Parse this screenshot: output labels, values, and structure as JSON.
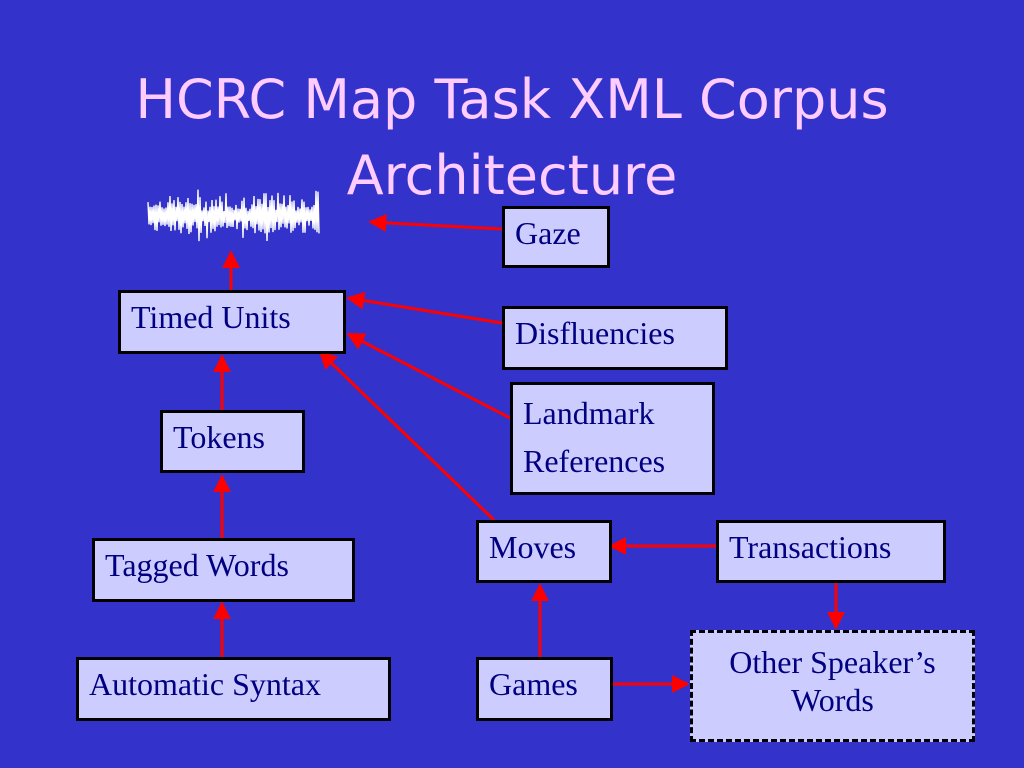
{
  "title": "HCRC Map Task XML Corpus Architecture",
  "colors": {
    "background": "#3333cc",
    "title": "#ffccff",
    "box_fill": "#ccccff",
    "box_text": "#000080",
    "arrow": "#ff0000"
  },
  "nodes": {
    "waveform": "audio-waveform-icon",
    "gaze": "Gaze",
    "timed_units": "Timed Units",
    "disfluencies": "Disfluencies",
    "landmark_references_line1": "Landmark",
    "landmark_references_line2": "References",
    "tokens": "Tokens",
    "moves": "Moves",
    "transactions": "Transactions",
    "tagged_words": "Tagged Words",
    "other_speakers_words": "Other Speaker’s Words",
    "automatic_syntax": "Automatic Syntax",
    "games": "Games"
  },
  "edges": [
    {
      "from": "Gaze",
      "to": "waveform"
    },
    {
      "from": "Timed Units",
      "to": "waveform"
    },
    {
      "from": "Disfluencies",
      "to": "Timed Units"
    },
    {
      "from": "Landmark References",
      "to": "Timed Units"
    },
    {
      "from": "Moves",
      "to": "Timed Units"
    },
    {
      "from": "Tokens",
      "to": "Timed Units"
    },
    {
      "from": "Tagged Words",
      "to": "Tokens"
    },
    {
      "from": "Automatic Syntax",
      "to": "Tagged Words"
    },
    {
      "from": "Transactions",
      "to": "Moves"
    },
    {
      "from": "Games",
      "to": "Moves"
    },
    {
      "from": "Transactions",
      "to": "Other Speaker’s Words"
    },
    {
      "from": "Games",
      "to": "Other Speaker’s Words"
    }
  ]
}
